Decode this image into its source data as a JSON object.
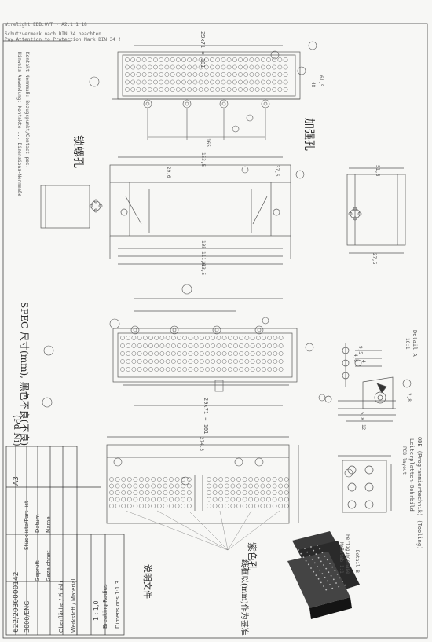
{
  "header": {
    "line1": "Wirelight EDB.0VT - A2.1 1 18",
    "line2": "Schutzvermerk nach DIN 34 beachten",
    "line3": "Pay Attention to Protection Mark DIN 34 !"
  },
  "side_notes": {
    "note1": "Hinweis Anwendung: Kontakte ... Dimensions-Nennmaße",
    "note2": "Kontakt-Nennmaß: Bezugspunkt/Contact pos."
  },
  "dims": {
    "top_width": "29x71 = 101",
    "d61": "61,5",
    "d48": "48",
    "d165": "165",
    "d153": "153,5",
    "d296": "29,6",
    "d37": "37,6",
    "d105": "105",
    "d1116": "111,6",
    "d1135": "113,5",
    "d515": "51,5",
    "d275": "27,5",
    "d29x71": "29x71 = 101",
    "d2743": "274,3",
    "d95": "9,5",
    "d46": "4,6",
    "d4": "4",
    "d12": "12",
    "d58": "5,8",
    "d28": "2,8"
  },
  "detail_labels": {
    "detail_a": "Detail A",
    "detail_b": "Detail B",
    "detail_scale": "10:1",
    "bohrbild": "Leiterplatten-Bohrbild",
    "pcb_layout": "PCB layout"
  },
  "handwriting": {
    "hw1": "加强孔",
    "hw2": "锁螺孔",
    "hw3": "SPEC 尺寸(mm), 黑色不良(不良)",
    "hw4": "(Pd Ni)",
    "hw5": "紫色孔",
    "hw6": "说明文件",
    "hw7": "线框以(mm)作为基准"
  },
  "title_block": {
    "t1": "Dimensions 1:1.3",
    "t2": "Breaking Radius",
    "t3": "1 : 1,0",
    "t4": "Werkstoff / Material",
    "t5": "Oberfläche / Finish",
    "t6": "Gezeichnet",
    "t7": "Geprüft",
    "t8": "Name",
    "t9": "Datum",
    "t10": "3000/ENG",
    "t11": "622/2030000142",
    "t12": "Stückliste/Part list",
    "t13": "A3"
  },
  "right_side": {
    "r1": "ODE (Programmiertechnik) (Tooling)",
    "r2": "Fertigungsmaße",
    "r3": "Maßstab 1:1"
  }
}
